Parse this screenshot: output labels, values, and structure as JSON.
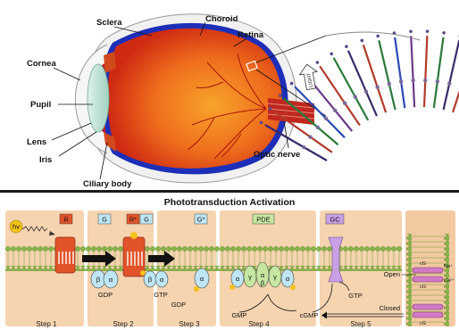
{
  "eye": {
    "labels": {
      "sclera": "Sclera",
      "choroid": "Choroid",
      "retina": "Retina",
      "cornea": "Cornea",
      "pupil": "Pupil",
      "lens": "Lens",
      "iris": "Iris",
      "ciliary_body": "Ciliary body",
      "optic_nerve": "Optic nerve"
    },
    "light_label": "LIGHT"
  },
  "phototransduction": {
    "title": "Phototransduction Activation",
    "boxes": {
      "r": "R",
      "g1": "G",
      "r_star": "R*",
      "g2": "G",
      "g_star": "G*",
      "pde": "PDE",
      "gc": "GC"
    },
    "hv": "hv",
    "molecules": {
      "gdp1": "GDP",
      "gtp1": "GTP",
      "gdp2": "GDP",
      "gtp2": "GTP",
      "gmp": "GMP",
      "cgmp": "cGMP"
    },
    "subunits": {
      "beta1": "β",
      "alpha1": "α",
      "beta2": "β",
      "alpha2": "α",
      "alpha3": "α",
      "alpha4": "α",
      "gamma1": "γ",
      "alpha5": "α",
      "beta3": "β",
      "gamma2": "γ",
      "alpha6": "α"
    },
    "channel": {
      "open": "Open",
      "closed": "Closed",
      "na": "Na⁺",
      "ca": "Ca²⁺",
      "cg": "cG"
    },
    "steps": [
      "Step 1",
      "Step 2",
      "Step 3",
      "Step 4",
      "Step 5"
    ]
  },
  "colors": {
    "sclera": "#f2f2f2",
    "choroid_blue": "#1d2fb8",
    "eye_red": "#e03a14",
    "eye_orange": "#f07a1c",
    "receptor_red": "#e2532a",
    "bg_band": "#f6d7b6",
    "membrane": "#7fae3a",
    "pde_green": "#c5e7a1",
    "gc_purple": "#c9a0e6",
    "g_blue": "#bfe6f4"
  }
}
